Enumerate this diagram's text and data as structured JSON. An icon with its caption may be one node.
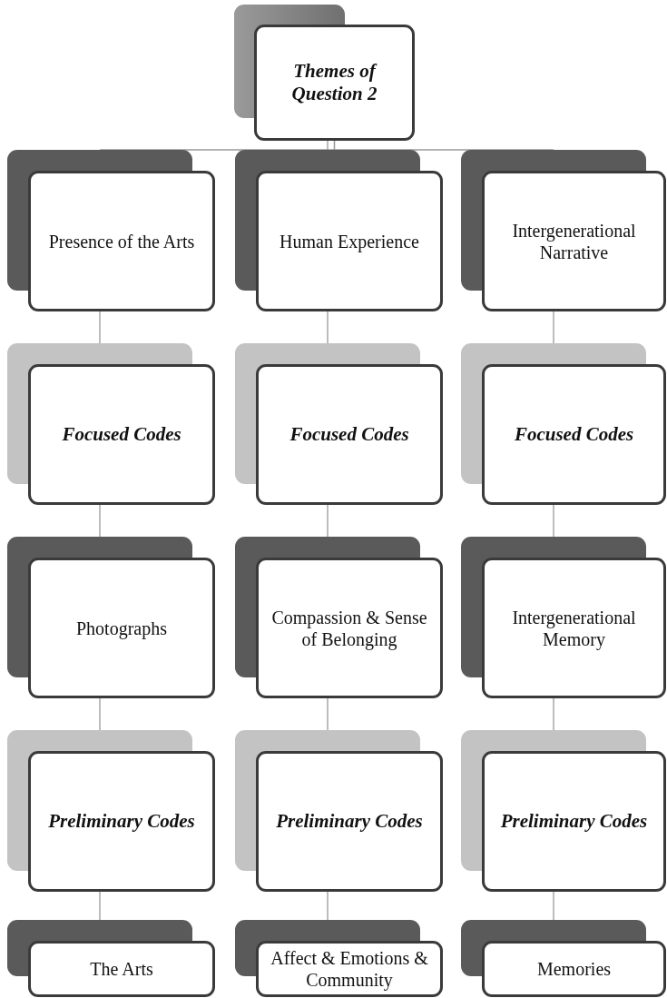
{
  "diagram": {
    "nodes": [
      {
        "text": [
          "Themes of Question 2"
        ]
      },
      {
        "text": [
          "Presence of the Arts"
        ]
      },
      {
        "text": [
          "Human Experience"
        ]
      },
      {
        "text": [
          "Intergenerational Narrative"
        ]
      },
      {
        "text": [
          "Focused Codes"
        ]
      },
      {
        "text": [
          "Focused Codes"
        ]
      },
      {
        "text": [
          "Focused Codes"
        ]
      },
      {
        "text": [
          "Photographs"
        ]
      },
      {
        "text": [
          "Compassion & Sense of Belonging"
        ]
      },
      {
        "text": [
          "Intergenerational Memory"
        ]
      },
      {
        "text": [
          "Preliminary Codes"
        ]
      },
      {
        "text": [
          "Preliminary Codes"
        ]
      },
      {
        "text": [
          "Preliminary Codes"
        ]
      },
      {
        "text": [
          "The Arts"
        ]
      },
      {
        "text": [
          "Affect & Emotions & Community"
        ]
      },
      {
        "text": [
          "Memories"
        ]
      }
    ],
    "edges": [
      {
        "from": 0,
        "to": 1,
        "arrow": "none"
      },
      {
        "from": 0,
        "to": 2,
        "arrow": "none"
      },
      {
        "from": 0,
        "to": 3,
        "arrow": "none"
      },
      {
        "from": 1,
        "to": 4,
        "arrow": "none"
      },
      {
        "from": 2,
        "to": 5,
        "arrow": "none"
      },
      {
        "from": 3,
        "to": 6,
        "arrow": "none"
      },
      {
        "from": 4,
        "to": 7,
        "arrow": "none"
      },
      {
        "from": 5,
        "to": 8,
        "arrow": "none"
      },
      {
        "from": 6,
        "to": 9,
        "arrow": "none"
      },
      {
        "from": 7,
        "to": 10,
        "arrow": "none"
      },
      {
        "from": 8,
        "to": 11,
        "arrow": "none"
      },
      {
        "from": 9,
        "to": 12,
        "arrow": "none"
      },
      {
        "from": 10,
        "to": 13,
        "arrow": "none"
      },
      {
        "from": 11,
        "to": 14,
        "arrow": "none"
      },
      {
        "from": 12,
        "to": 15,
        "arrow": "none"
      }
    ]
  }
}
